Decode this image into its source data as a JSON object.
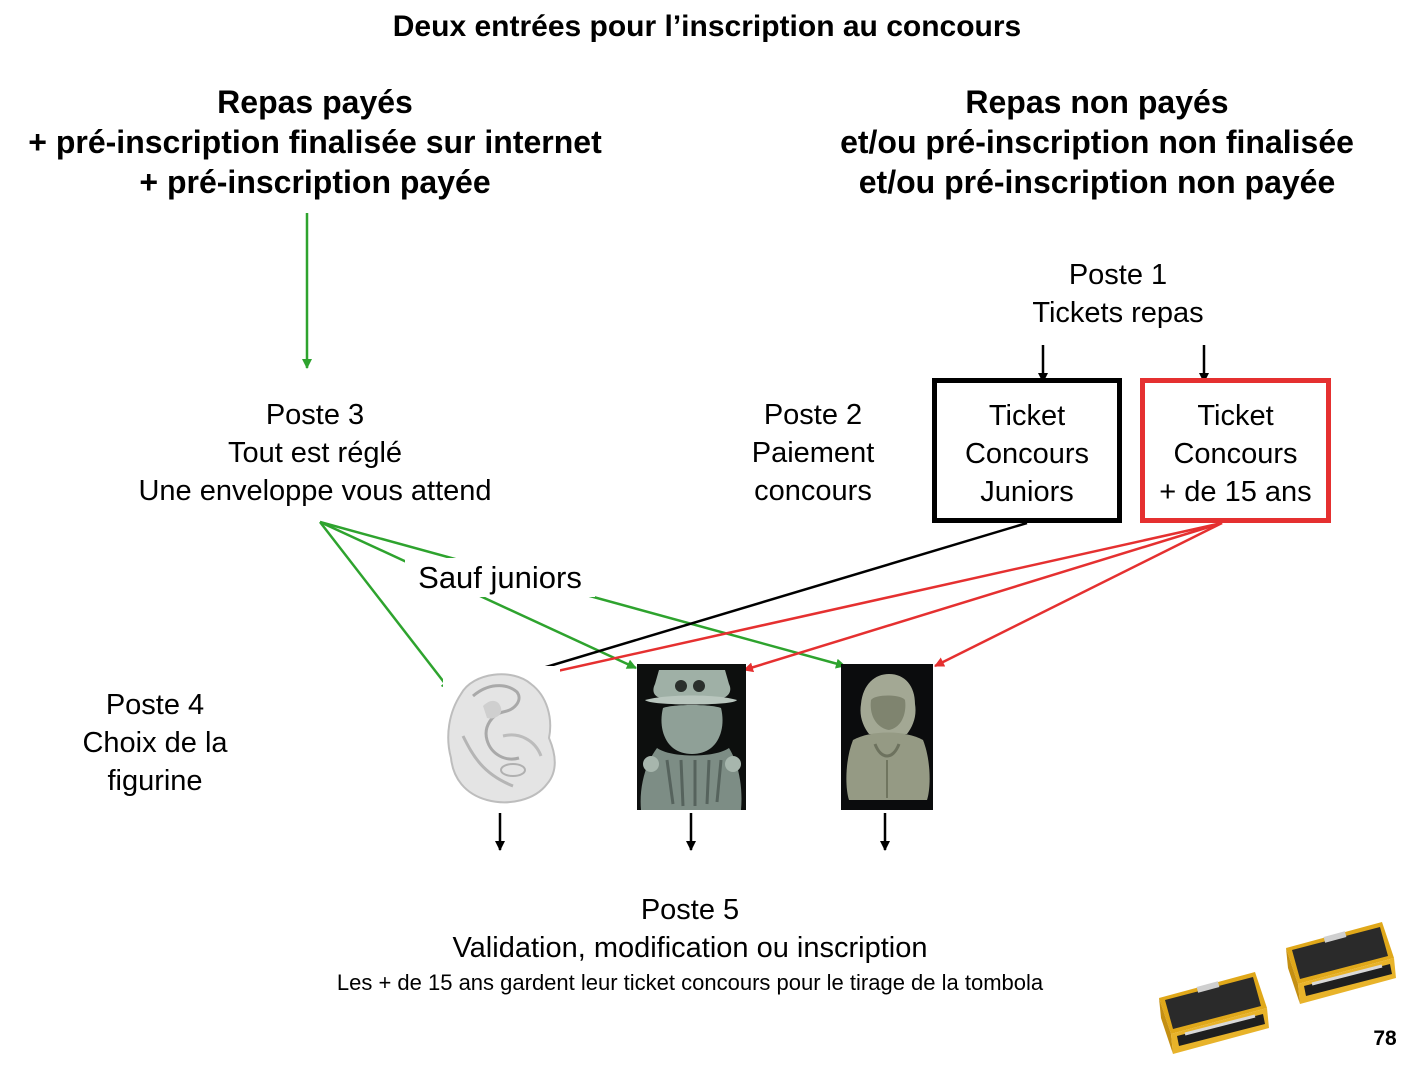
{
  "title": "Deux entrées pour l’inscription au concours",
  "left_entry": {
    "line1": "Repas payés",
    "line2": "+ pré-inscription finalisée sur internet",
    "line3": "+ pré-inscription payée"
  },
  "right_entry": {
    "line1": "Repas non payés",
    "line2": "et/ou pré-inscription non finalisée",
    "line3": "et/ou pré-inscription non payée"
  },
  "poste1": {
    "line1": "Poste 1",
    "line2": "Tickets repas"
  },
  "poste2": {
    "line1": "Poste 2",
    "line2": "Paiement",
    "line3": "concours"
  },
  "poste3": {
    "line1": "Poste 3",
    "line2": "Tout est réglé",
    "line3": "Une enveloppe vous attend"
  },
  "poste4": {
    "line1": "Poste 4",
    "line2": "Choix de la",
    "line3": "figurine"
  },
  "ticket_juniors": {
    "line1": "Ticket",
    "line2": "Concours",
    "line3": "Juniors"
  },
  "ticket_adults": {
    "line1": "Ticket",
    "line2": "Concours",
    "line3": "+ de 15 ans"
  },
  "sauf_juniors": "Sauf juniors",
  "poste5": {
    "line1": "Poste 5",
    "line2": "Validation, modification ou inscription",
    "note": "Les + de 15 ans gardent leur ticket concours pour le tirage de la tombola"
  },
  "page_number": "78",
  "colors": {
    "green": "#2ea32e",
    "red": "#e53030",
    "black": "#000000"
  }
}
